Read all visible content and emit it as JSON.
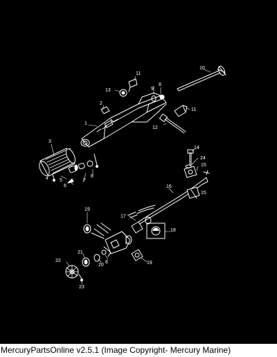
{
  "diagram": {
    "callouts": [
      {
        "id": "label-1",
        "text": "1"
      },
      {
        "id": "label-2",
        "text": "2"
      },
      {
        "id": "label-3",
        "text": "3"
      },
      {
        "id": "label-4",
        "text": "4"
      },
      {
        "id": "label-5",
        "text": "5"
      },
      {
        "id": "label-6",
        "text": "6"
      },
      {
        "id": "label-7",
        "text": "7"
      },
      {
        "id": "label-8a",
        "text": "8"
      },
      {
        "id": "label-8b",
        "text": "8"
      },
      {
        "id": "label-8c",
        "text": "8"
      },
      {
        "id": "label-9",
        "text": "9"
      },
      {
        "id": "label-10",
        "text": "10"
      },
      {
        "id": "label-11a",
        "text": "11"
      },
      {
        "id": "label-11b",
        "text": "11"
      },
      {
        "id": "label-12",
        "text": "12"
      },
      {
        "id": "label-13",
        "text": "13"
      },
      {
        "id": "label-14",
        "text": "14"
      },
      {
        "id": "label-15a",
        "text": "15"
      },
      {
        "id": "label-15b",
        "text": "15"
      },
      {
        "id": "label-16",
        "text": "16"
      },
      {
        "id": "label-17",
        "text": "17"
      },
      {
        "id": "label-18",
        "text": "18"
      },
      {
        "id": "label-19a",
        "text": "19"
      },
      {
        "id": "label-19b",
        "text": "19"
      },
      {
        "id": "label-20",
        "text": "20"
      },
      {
        "id": "label-21",
        "text": "21"
      },
      {
        "id": "label-22",
        "text": "22"
      },
      {
        "id": "label-23",
        "text": "23"
      },
      {
        "id": "label-24",
        "text": "24"
      }
    ]
  },
  "footer": {
    "caption": "MercuryPartsOnline v2.5.1 (Image Copyright- Mercury Marine)"
  },
  "colors": {
    "background": "#000000",
    "linework": "#ffffff",
    "footer_background": "#ffffff",
    "footer_text": "#000000"
  }
}
